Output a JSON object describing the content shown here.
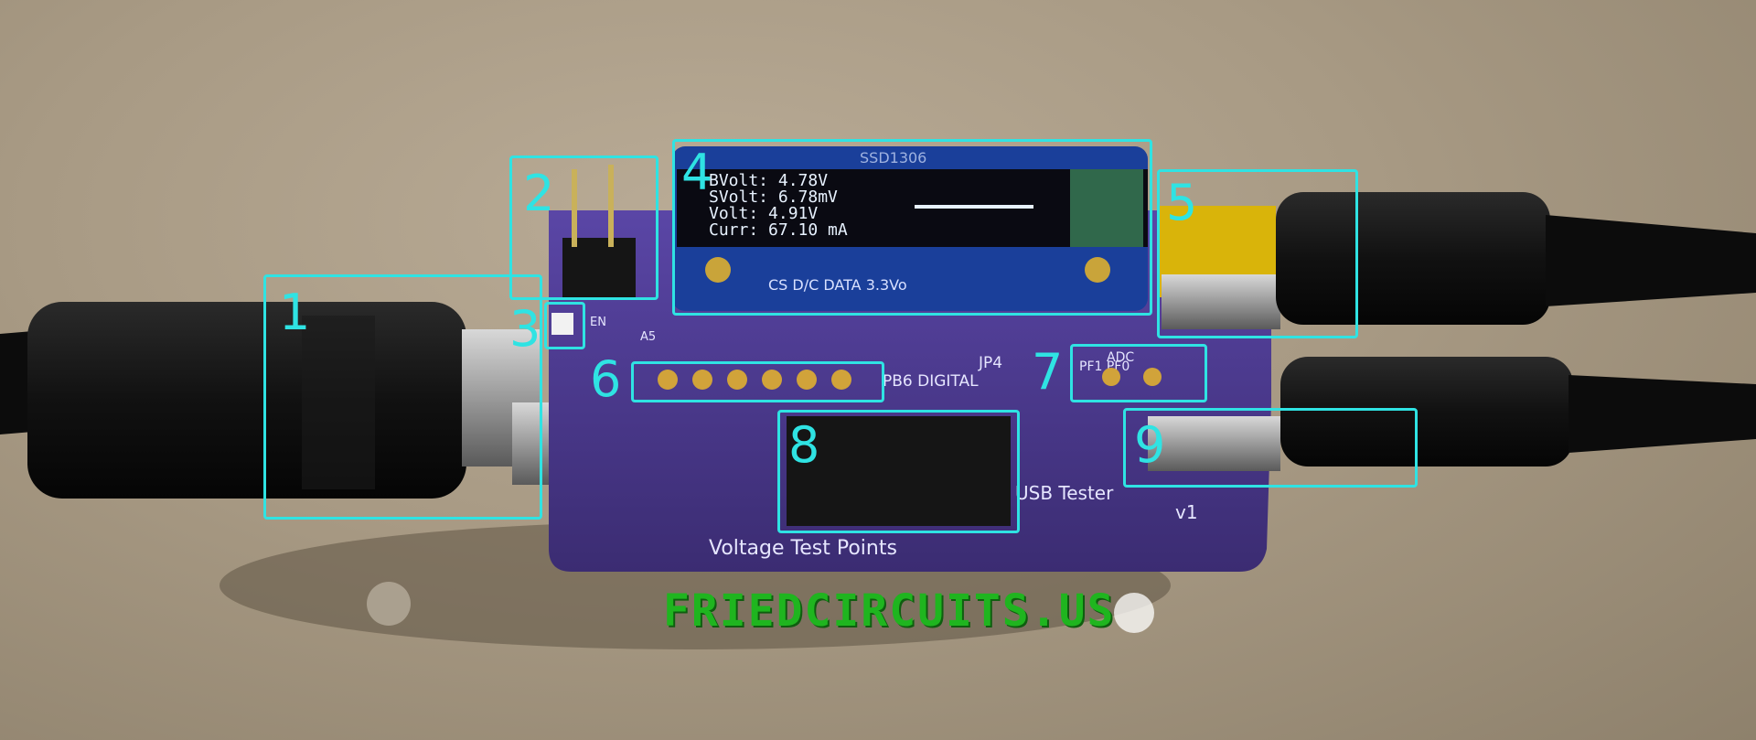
{
  "photo": {
    "oled_lines": [
      "BVolt: 4.78V",
      "SVolt: 6.78mV",
      "Volt: 4.91V",
      "Curr: 67.10 mA"
    ],
    "oled_header": "SSD1306",
    "oled_pins": "CS  D/C  DATA  3.3Vo",
    "board_labels": {
      "pb6": "PB6 DIGITAL",
      "jp": "JP4",
      "adc": "ADC",
      "adc_pins": "PF1 PF0",
      "en": "EN",
      "a5": "A5",
      "usb_tester": "USB Tester",
      "version": "v1",
      "voltage": "Voltage Test Points"
    },
    "brand": "FRIEDCIRCUITS.US"
  },
  "annotations": [
    {
      "label": "1"
    },
    {
      "label": "2"
    },
    {
      "label": "3"
    },
    {
      "label": "4"
    },
    {
      "label": "5"
    },
    {
      "label": "6"
    },
    {
      "label": "7"
    },
    {
      "label": "8"
    },
    {
      "label": "9"
    }
  ],
  "colors": {
    "annotation": "#2fe3e3",
    "board": "#4b3a8a",
    "brand": "#1fb51f",
    "oled_text": "#e8f2ff"
  }
}
